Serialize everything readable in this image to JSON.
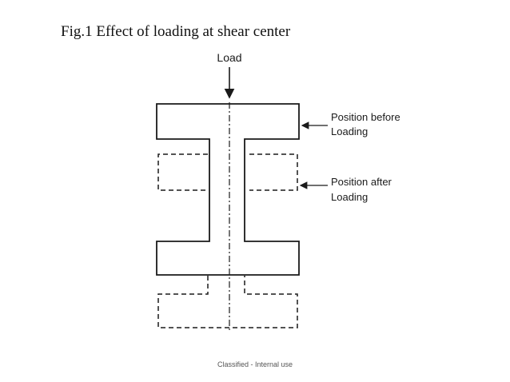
{
  "title": "Fig.1 Effect of loading at shear center",
  "labels": {
    "load": "Load",
    "before_line1": "Position before",
    "before_line2": "Loading",
    "after_line1": "Position after",
    "after_line2": "Loading"
  },
  "footer": "Classified - Internal use",
  "colors": {
    "line": "#1a1a1a",
    "background": "#ffffff"
  }
}
